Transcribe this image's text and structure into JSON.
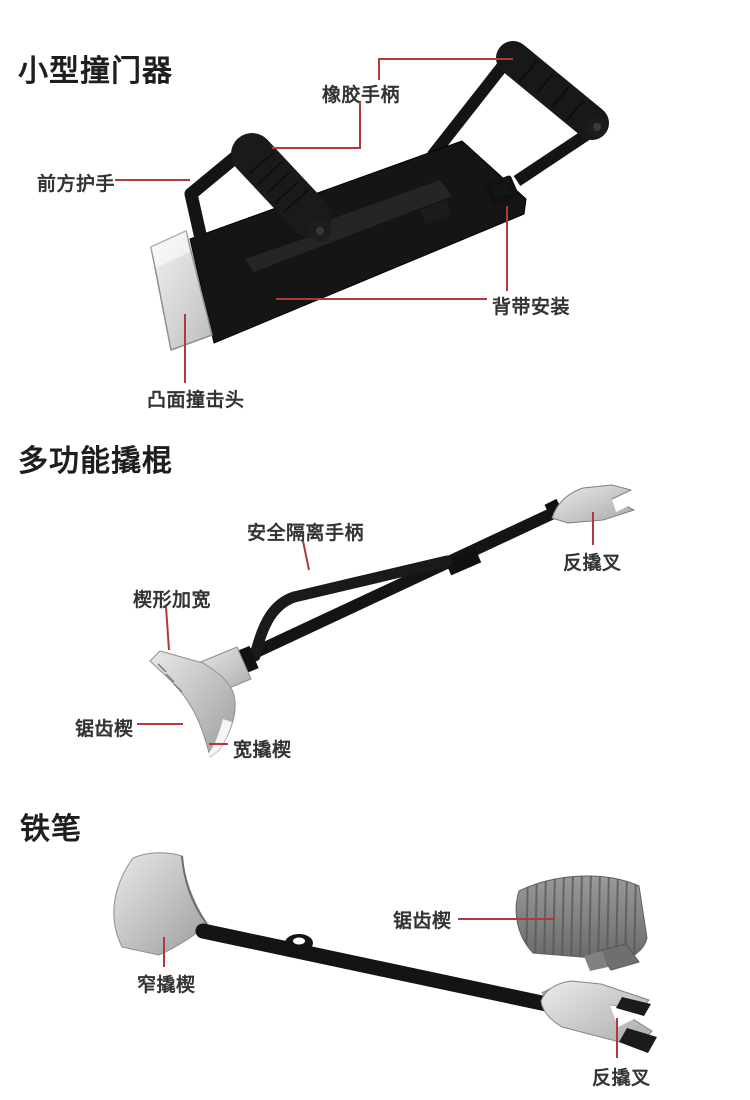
{
  "page": {
    "background_color": "#ffffff",
    "callout_color": "#b5363b",
    "title_color": "#1e1e1e",
    "label_color": "#333333"
  },
  "sections": [
    {
      "title": "小型撞门器",
      "illustration": "black-door-breaching-ram",
      "labels": [
        {
          "text": "橡胶手柄"
        },
        {
          "text": "前方护手"
        },
        {
          "text": "背带安装"
        },
        {
          "text": "凸面撞击头"
        }
      ]
    },
    {
      "title": "多功能撬棍",
      "illustration": "multi-function-crowbar",
      "labels": [
        {
          "text": "安全隔离手柄"
        },
        {
          "text": "楔形加宽"
        },
        {
          "text": "锯齿楔"
        },
        {
          "text": "宽撬楔"
        },
        {
          "text": "反撬叉"
        }
      ]
    },
    {
      "title": "铁笔",
      "illustration": "iron-pen-pry-tool",
      "labels": [
        {
          "text": "窄撬楔"
        },
        {
          "text": "锯齿楔"
        },
        {
          "text": "反撬叉"
        }
      ]
    }
  ]
}
